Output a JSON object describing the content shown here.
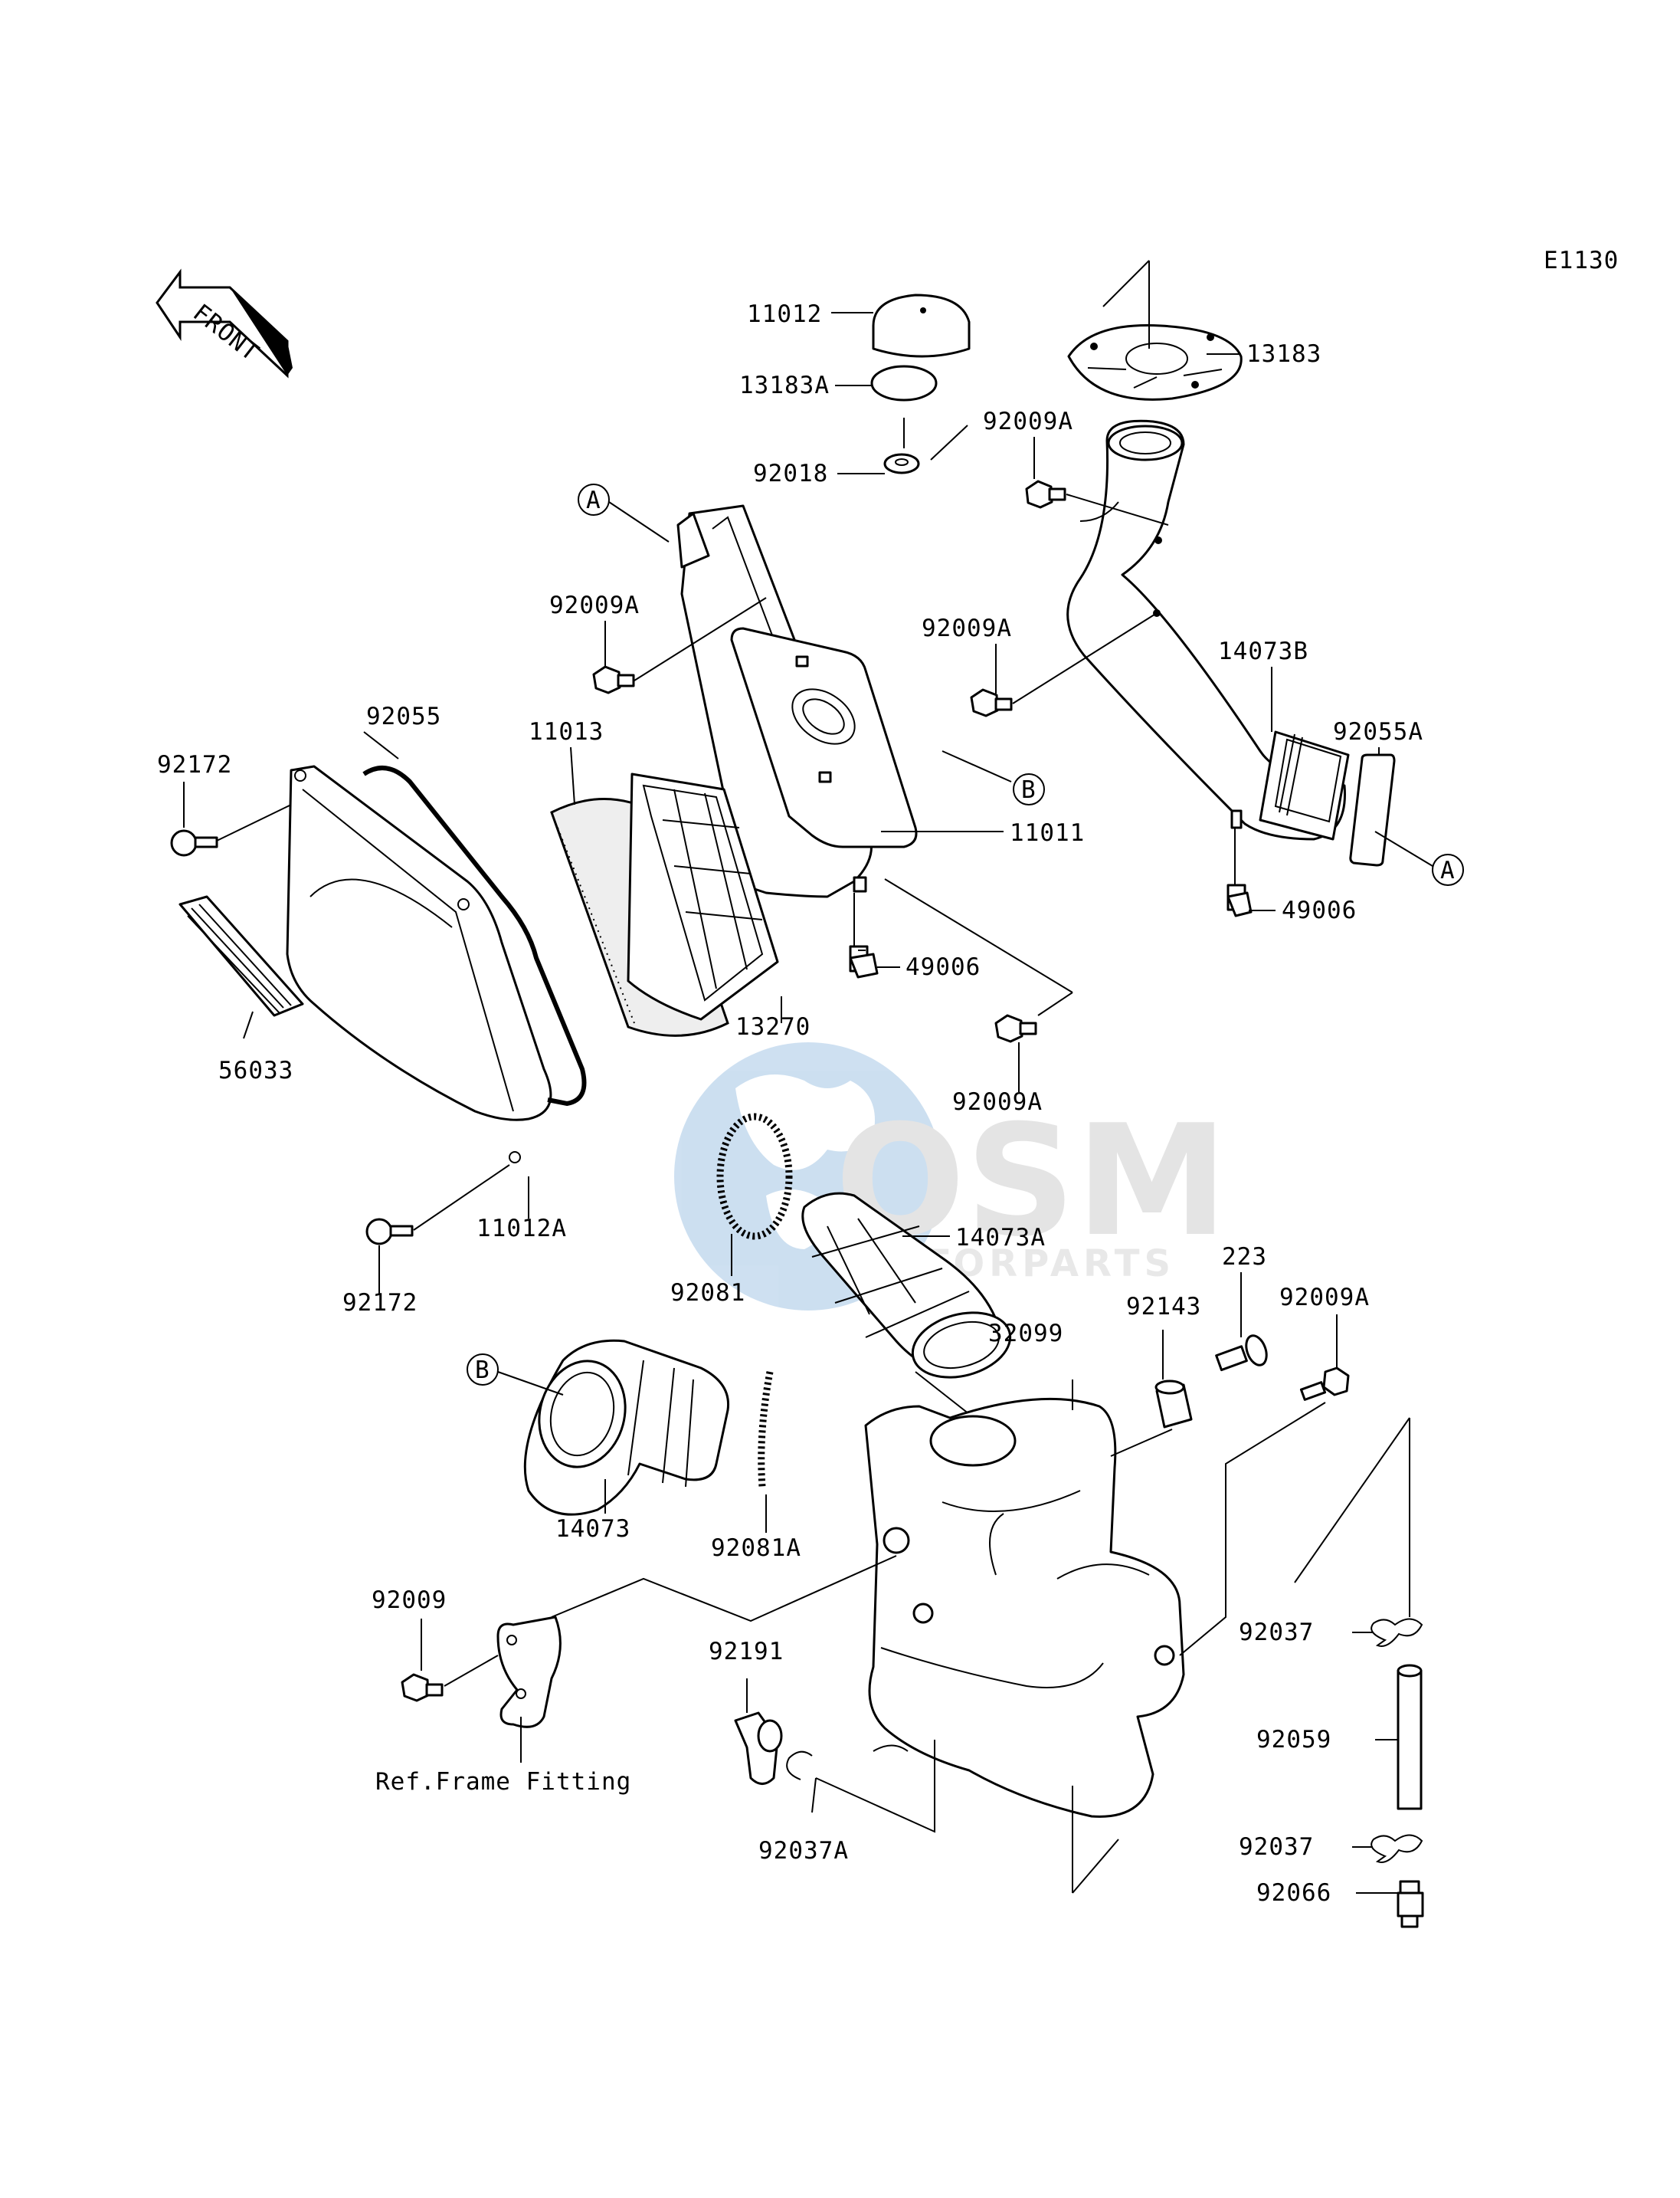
{
  "diagram_code": "E1130",
  "front_arrow": "FRONT",
  "watermark": {
    "logo": "OSM",
    "sub": "MOTORPARTS",
    "color": "#1e73be"
  },
  "ref_labels": {
    "a": "A",
    "b": "B"
  },
  "note": "Ref.Frame Fitting",
  "parts": {
    "p11012": "11012",
    "p13183": "13183",
    "p13183A": "13183A",
    "p92018": "92018",
    "p92009A": "92009A",
    "p14073B": "14073B",
    "p92055A": "92055A",
    "p11011": "11011",
    "p49006": "49006",
    "p92172": "92172",
    "p92055": "92055",
    "p11013": "11013",
    "p13270": "13270",
    "p56033": "56033",
    "p11012A": "11012A",
    "p92081": "92081",
    "p14073A": "14073A",
    "p223": "223",
    "p92143": "92143",
    "p32099": "32099",
    "p14073": "14073",
    "p92081A": "92081A",
    "p92009": "92009",
    "p92191": "92191",
    "p92037": "92037",
    "p92059": "92059",
    "p92037A": "92037A",
    "p92066": "92066"
  }
}
